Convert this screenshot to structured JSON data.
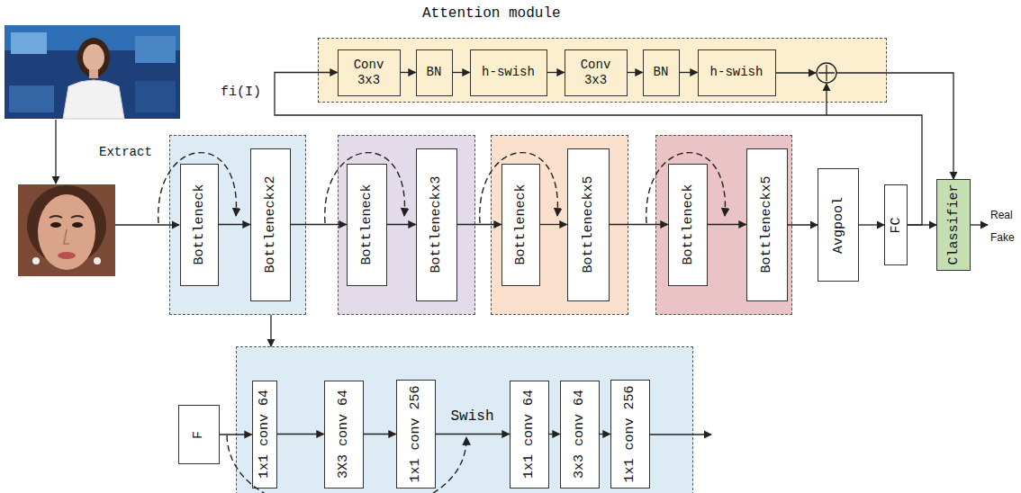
{
  "diagram": {
    "nodes": [
      {
        "text": [
          "Attention module"
        ]
      },
      {
        "text": [
          "Conv 3x3"
        ],
        "in": 0
      },
      {
        "text": [
          "BN"
        ],
        "in": 0
      },
      {
        "text": [
          "h-swish"
        ],
        "in": 0
      },
      {
        "text": [
          "Conv 3x3"
        ],
        "in": 0
      },
      {
        "text": [
          "BN"
        ],
        "in": 0
      },
      {
        "text": [
          "h-swish"
        ],
        "in": 0
      },
      {
        "text": []
      },
      {
        "text": [
          "Bottleneck"
        ],
        "in": 7
      },
      {
        "text": [
          "Bottleneckx2"
        ],
        "in": 7
      },
      {
        "text": []
      },
      {
        "text": [
          "Bottleneck"
        ],
        "in": 10
      },
      {
        "text": [
          "Bottleneckx3"
        ],
        "in": 10
      },
      {
        "text": []
      },
      {
        "text": [
          "Bottleneck"
        ],
        "in": 13
      },
      {
        "text": [
          "Bottleneckx5"
        ],
        "in": 13
      },
      {
        "text": []
      },
      {
        "text": [
          "Bottleneck"
        ],
        "in": 16
      },
      {
        "text": [
          "Bottleneckx5"
        ],
        "in": 16
      },
      {
        "text": [
          "Avgpool"
        ]
      },
      {
        "text": [
          "FC"
        ]
      },
      {
        "text": [
          "Classifier"
        ]
      },
      {
        "text": [
          "F"
        ]
      },
      {
        "text": []
      },
      {
        "text": [
          "1x1 conv 64"
        ],
        "in": 23
      },
      {
        "text": [
          "3X3 conv 64"
        ],
        "in": 23
      },
      {
        "text": [
          "1x1 conv 256"
        ],
        "in": 23
      },
      {
        "text": [
          "1x1 conv 64"
        ],
        "in": 23
      },
      {
        "text": [
          "3x3 conv 64"
        ],
        "in": 23
      },
      {
        "text": [
          "1x1 conv 256"
        ],
        "in": 23
      }
    ],
    "edges": [
      {
        "from": 1,
        "to": 2,
        "arrow": "to"
      },
      {
        "from": 2,
        "to": 3,
        "arrow": "to"
      },
      {
        "from": 3,
        "to": 4,
        "arrow": "to"
      },
      {
        "from": 4,
        "to": 5,
        "arrow": "to"
      },
      {
        "from": 5,
        "to": 6,
        "arrow": "to"
      },
      {
        "from": 8,
        "to": 9,
        "arrow": "to"
      },
      {
        "from": 9,
        "to": 11,
        "arrow": "to"
      },
      {
        "from": 11,
        "to": 12,
        "arrow": "to"
      },
      {
        "from": 12,
        "to": 14,
        "arrow": "to"
      },
      {
        "from": 14,
        "to": 15,
        "arrow": "to"
      },
      {
        "from": 15,
        "to": 17,
        "arrow": "to"
      },
      {
        "from": 17,
        "to": 18,
        "arrow": "to"
      },
      {
        "from": 18,
        "to": 19,
        "arrow": "to"
      },
      {
        "from": 19,
        "to": 20,
        "arrow": "to"
      },
      {
        "from": 20,
        "to": 21,
        "arrow": "to"
      },
      {
        "from": 20,
        "to": 1,
        "arrow": "to"
      },
      {
        "from": 7,
        "to": 23,
        "arrow": "to"
      },
      {
        "from": 22,
        "to": 24,
        "arrow": "to"
      },
      {
        "from": 24,
        "to": 25,
        "arrow": "to"
      },
      {
        "from": 25,
        "to": 26,
        "arrow": "to"
      },
      {
        "from": 26,
        "to": 27,
        "label": "Swish",
        "arrow": "to"
      },
      {
        "from": 27,
        "to": 28,
        "arrow": "to"
      },
      {
        "from": 28,
        "to": 29,
        "arrow": "to"
      }
    ],
    "labels": [
      "Extract",
      "fi(I)",
      "Real",
      "Fake"
    ]
  }
}
